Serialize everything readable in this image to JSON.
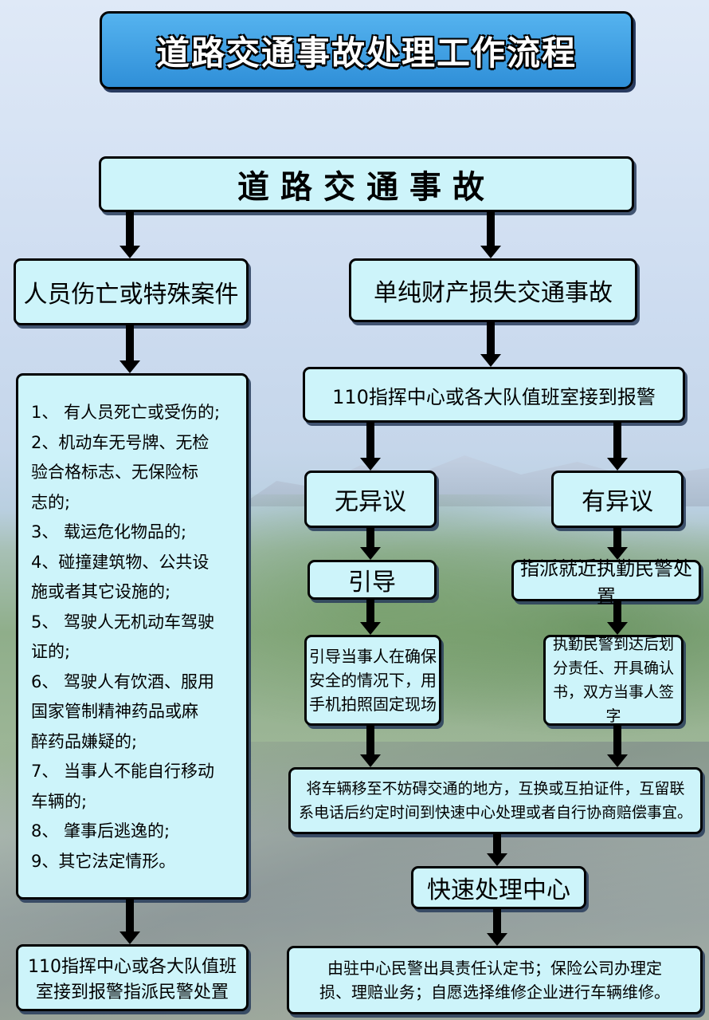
{
  "title": "道路交通事故处理工作流程",
  "root": "道路交通事故",
  "left_branch": {
    "category": "人员伤亡或特殊案件",
    "conditions": [
      "1、 有人员死亡或受伤的;",
      "2、机动车无号牌、无检",
      "验合格标志、无保险标",
      "志的;",
      "3、 载运危化物品的;",
      "4、碰撞建筑物、公共设",
      "施或者其它设施的;",
      "5、 驾驶人无机动车驾驶",
      "证的;",
      "6、 驾驶人有饮酒、服用",
      "国家管制精神药品或麻",
      "醉药品嫌疑的;",
      "7、 当事人不能自行移动",
      "车辆的;",
      "8、 肇事后逃逸的;",
      "9、其它法定情形。"
    ],
    "result": {
      "line1": "110指挥中心或各大队值班",
      "line2": "室接到报警指派民警处置"
    }
  },
  "right_branch": {
    "category": "单纯财产损失交通事故",
    "report": "110指挥中心或各大队值班室接到报警",
    "no_dispute": {
      "label": "无异议",
      "step": "引导",
      "detail": [
        "引导当事人在确保",
        "安全的情况下，用",
        "手机拍照固定现场"
      ]
    },
    "dispute": {
      "label": "有异议",
      "step": "指派就近执勤民警处置",
      "detail": [
        "执勤民警到达后划",
        "分责任、开具确认",
        "书，双方当事人签字"
      ]
    },
    "move": {
      "line1": "将车辆移至不妨碍交通的地方，互换或互拍证件，互留联",
      "line2": "系电话后约定时间到快速中心处理或者自行协商赔偿事宜。"
    },
    "center": "快速处理中心",
    "final": {
      "line1": "由驻中心民警出具责任认定书；保险公司办理定",
      "line2": "损、理赔业务；自愿选择维修企业进行车辆维修。"
    }
  }
}
